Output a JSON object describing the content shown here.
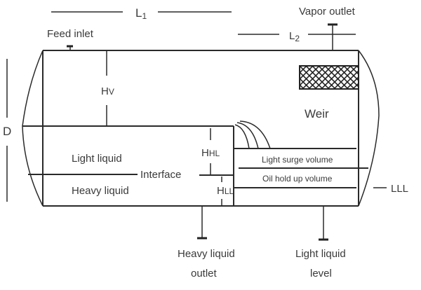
{
  "diagram": {
    "title": "Three-phase horizontal separator with weir",
    "dimensions": {
      "length_total": "L1",
      "length_weir_section": "L2",
      "diameter": "D",
      "vapor_height": "Hv",
      "heavy_liquid_height": "HHL",
      "light_liquid_height": "HLL"
    },
    "labels": {
      "feed_inlet": "Feed inlet",
      "vapor_outlet": "Vapor outlet",
      "weir": "Weir",
      "light_liquid": "Light liquid",
      "heavy_liquid": "Heavy liquid",
      "interface": "Interface",
      "light_surge_volume": "Light surge volume",
      "oil_hold_up_volume": "Oil hold up volume",
      "lll": "LLL",
      "heavy_liquid_outlet_line1": "Heavy liquid",
      "heavy_liquid_outlet_line2": "outlet",
      "light_liquid_level_line1": "Light liquid",
      "light_liquid_level_line2": "level"
    },
    "dim_labels": {
      "l1_main": "L",
      "l1_sub": "1",
      "l2_main": "L",
      "l2_sub": "2",
      "d": "D",
      "hv_main": "H",
      "hv_sub": "V",
      "hhl_main": "H",
      "hhl_sub": "HL",
      "hll_main": "H",
      "hll_sub": "LL"
    },
    "components": [
      "vessel shell",
      "mist eliminator (hatched)",
      "weir plate",
      "feed inlet nozzle",
      "vapor outlet nozzle",
      "heavy liquid outlet nozzle",
      "light liquid outlet nozzle"
    ]
  }
}
